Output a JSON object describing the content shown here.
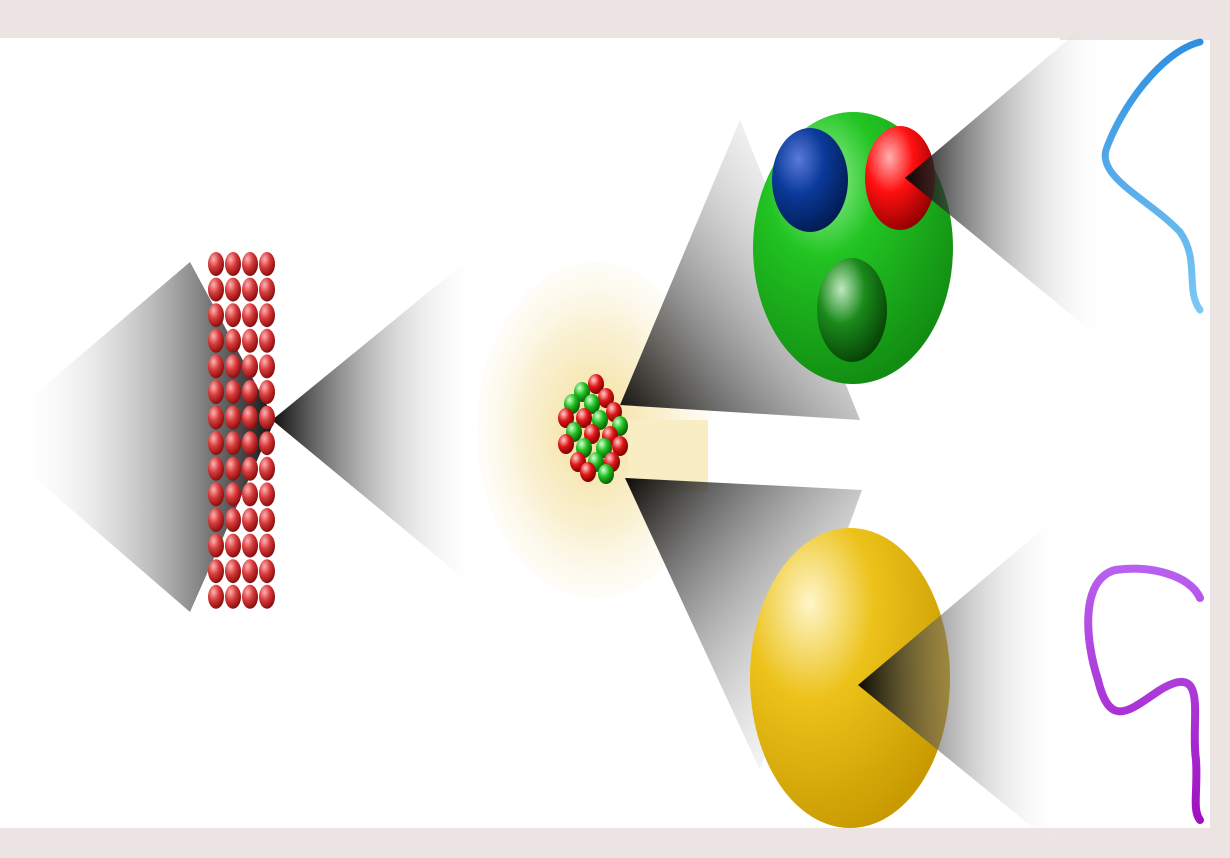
{
  "diagram": {
    "kind": "scale-of-matter",
    "colors": {
      "page_background": "#ece4e3",
      "panel": "#ffffff",
      "cone_dark": "#000000",
      "atom_red": "#d03a3a",
      "proton_red": "#e01818",
      "neutron_green": "#20c020",
      "proton_body": "#22c422",
      "quark_blue": "#0a3a9a",
      "quark_red": "#ff1010",
      "quark_green": "#1a8a1a",
      "electron_gold": "#e6b800",
      "cloud_yellow": "#f6e7b3",
      "string_blue": "#3aa0e0",
      "string_purple": "#a020d0"
    },
    "stages": [
      {
        "id": "matter",
        "icon": "atom-lattice"
      },
      {
        "id": "atom",
        "icon": "nucleus-with-electron-cloud"
      },
      {
        "id": "proton",
        "icon": "proton-with-three-quarks"
      },
      {
        "id": "electron",
        "icon": "electron-sphere"
      },
      {
        "id": "string-quark",
        "icon": "blue-vibrating-string"
      },
      {
        "id": "string-electron",
        "icon": "purple-vibrating-string"
      }
    ]
  }
}
